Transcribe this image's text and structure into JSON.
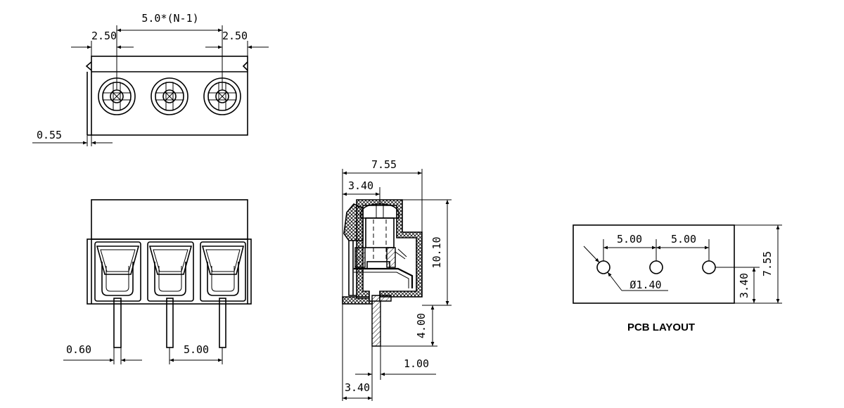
{
  "top_view": {
    "pitch_formula": "5.0*(N-1)",
    "left_offset": "2.50",
    "right_offset": "2.50",
    "lip": "0.55"
  },
  "front_view": {
    "pin_width": "0.60",
    "pitch": "5.00"
  },
  "side_view": {
    "depth": "7.55",
    "screw_offset": "3.40",
    "height": "10.10",
    "pin_length": "4.00",
    "pin_thickness": "1.00",
    "pin_offset": "3.40"
  },
  "pcb_layout": {
    "caption": "PCB LAYOUT",
    "pitch_1": "5.00",
    "pitch_2": "5.00",
    "hole_diameter": "Ø1.40",
    "height": "7.55",
    "row_offset": "3.40"
  }
}
